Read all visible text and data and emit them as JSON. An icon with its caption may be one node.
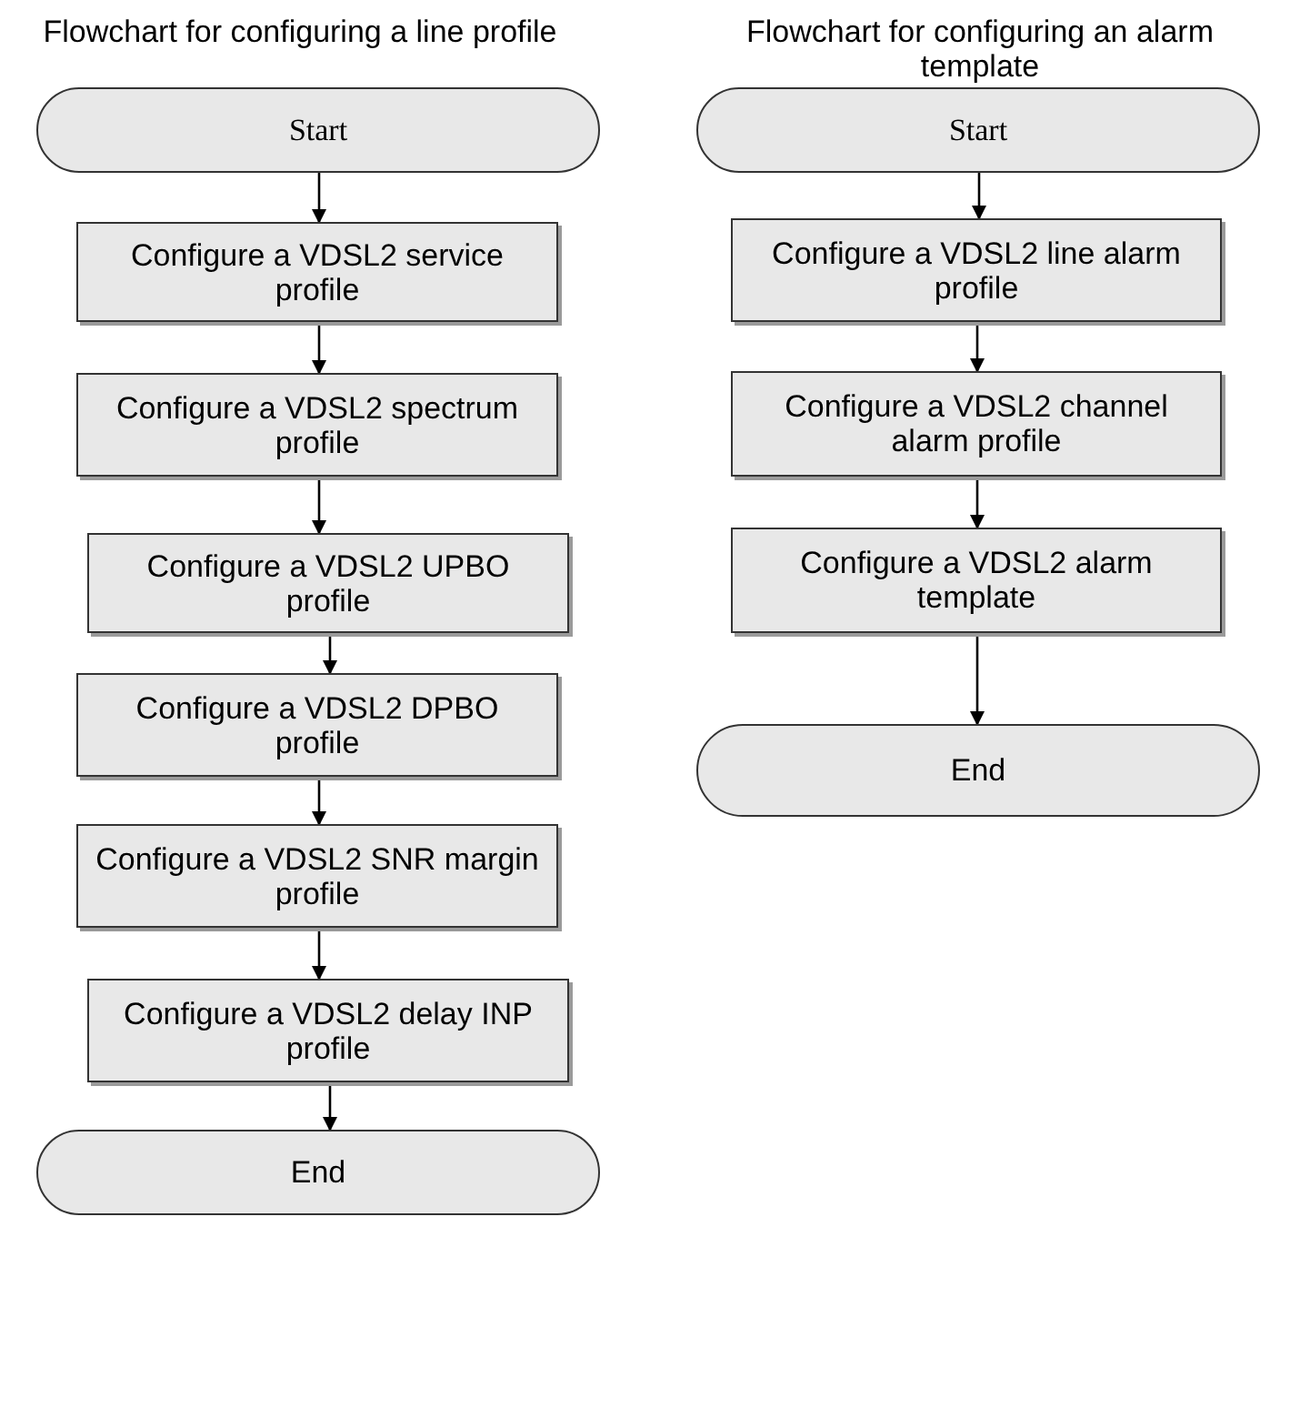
{
  "diagram": {
    "nodes": [
      {
        "text": [
          "Start"
        ]
      },
      {
        "text": [
          "Configure a VDSL2 service profile"
        ]
      },
      {
        "text": [
          "Configure a VDSL2 spectrum profile"
        ]
      },
      {
        "text": [
          "Configure a VDSL2 UPBO profile"
        ]
      },
      {
        "text": [
          "Configure a VDSL2 DPBO profile"
        ]
      },
      {
        "text": [
          "Configure a VDSL2 SNR margin profile"
        ]
      },
      {
        "text": [
          "Configure a VDSL2 delay INP profile"
        ]
      },
      {
        "text": [
          "End"
        ]
      },
      {
        "text": [
          "Start"
        ]
      },
      {
        "text": [
          "Configure a VDSL2 line alarm profile"
        ]
      },
      {
        "text": [
          "Configure a VDSL2 channel alarm profile"
        ]
      },
      {
        "text": [
          "Configure a VDSL2 alarm template"
        ]
      },
      {
        "text": [
          "End"
        ]
      }
    ],
    "edges": [
      {
        "from": 0,
        "to": 1,
        "arrow": "to"
      },
      {
        "from": 1,
        "to": 2,
        "arrow": "to"
      },
      {
        "from": 2,
        "to": 3,
        "arrow": "to"
      },
      {
        "from": 3,
        "to": 4,
        "arrow": "to"
      },
      {
        "from": 4,
        "to": 5,
        "arrow": "to"
      },
      {
        "from": 5,
        "to": 6,
        "arrow": "to"
      },
      {
        "from": 6,
        "to": 7,
        "arrow": "to"
      },
      {
        "from": 8,
        "to": 9,
        "arrow": "to"
      },
      {
        "from": 9,
        "to": 10,
        "arrow": "to"
      },
      {
        "from": 10,
        "to": 11,
        "arrow": "to"
      },
      {
        "from": 11,
        "to": 12,
        "arrow": "to"
      }
    ],
    "labels": [
      "Flowchart for configuring a line profile",
      "Flowchart for configuring an alarm template"
    ]
  }
}
